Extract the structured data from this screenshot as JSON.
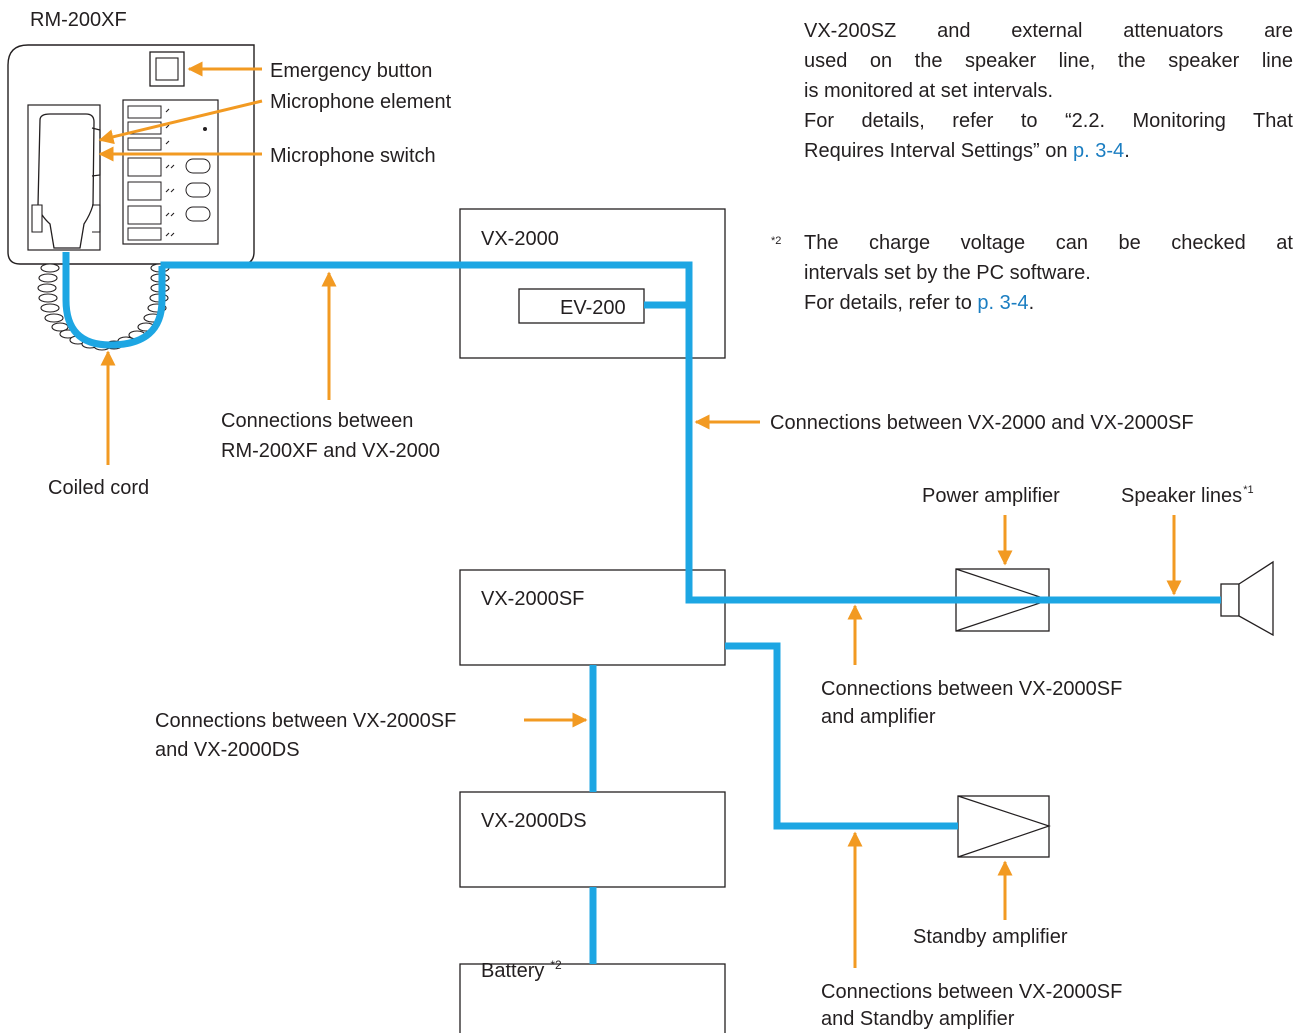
{
  "colors": {
    "cable": "#1da6e3",
    "arrow": "#f29a22",
    "link": "#1a7dc1",
    "text": "#231f20"
  },
  "device": {
    "name": "RM-200XF"
  },
  "labels": {
    "emergency_button": "Emergency button",
    "mic_element": "Microphone element",
    "mic_switch": "Microphone switch",
    "coiled_cord": "Coiled cord",
    "conn_rm_vx_1": "Connections between",
    "conn_rm_vx_2": "RM-200XF and VX-2000",
    "conn_vx_sf": "Connections between VX-2000 and VX-2000SF",
    "power_amp": "Power amplifier",
    "speaker_lines": "Speaker lines",
    "speaker_lines_sup": "*1",
    "conn_sf_amp_1": "Connections between VX-2000SF",
    "conn_sf_amp_2": "and amplifier",
    "conn_sf_ds_1": "Connections between VX-2000SF",
    "conn_sf_ds_2": "and VX-2000DS",
    "standby_amp": "Standby amplifier",
    "conn_sf_standby_1": "Connections between VX-2000SF",
    "conn_sf_standby_2": "and Standby amplifier"
  },
  "boxes": {
    "vx2000": "VX-2000",
    "ev200": "EV-200",
    "vx2000sf": "VX-2000SF",
    "vx2000ds": "VX-2000DS",
    "battery": "Battery",
    "battery_sup": "*2"
  },
  "notes": {
    "note1": {
      "line1": "VX-200SZ and external attenuators are",
      "line2": "used on the speaker line, the speaker line",
      "line3": "is monitored at set intervals.",
      "line4_pre": "For details, refer to “2.2. Monitoring That",
      "line5_pre": "Requires Interval Settings” on ",
      "line5_link": "p. 3-4",
      "line5_post": "."
    },
    "note2": {
      "marker": "*2",
      "line1": "The charge voltage can be checked at",
      "line2": "intervals set by the PC software.",
      "line3_pre": "For details, refer to ",
      "line3_link": "p. 3-4",
      "line3_post": "."
    }
  }
}
